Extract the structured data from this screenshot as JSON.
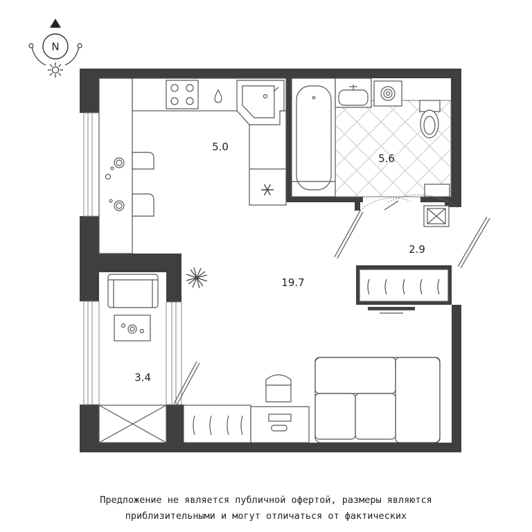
{
  "plan": {
    "rooms": [
      {
        "id": "kitchen",
        "area": "5.0"
      },
      {
        "id": "bathroom",
        "area": "5.6"
      },
      {
        "id": "hall",
        "area": "2.9"
      },
      {
        "id": "living",
        "area": "19.7"
      },
      {
        "id": "balcony",
        "area": "3.4"
      }
    ]
  },
  "compass": {
    "letter": "N"
  },
  "disclaimer": {
    "line1": "Предложение не является публичной офертой, размеры являются",
    "line2": "приблизительными и могут отличаться от фактических"
  }
}
